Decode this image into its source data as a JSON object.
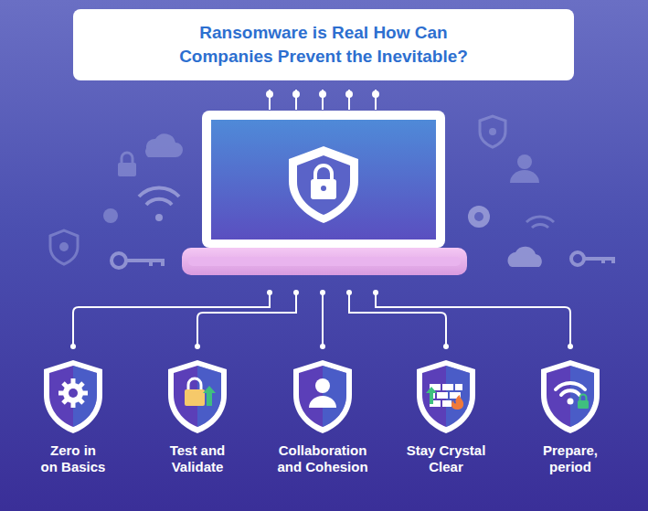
{
  "diagram": {
    "title": "Ransomware is Real How Can Companies Prevent the Inevitable?",
    "nodes": [
      {
        "text": [
          "Zero in on Basics"
        ]
      },
      {
        "text": [
          "Test and Validate"
        ]
      },
      {
        "text": [
          "Collaboration and Cohesion"
        ]
      },
      {
        "text": [
          "Stay Crystal Clear"
        ]
      },
      {
        "text": [
          "Prepare, period"
        ]
      }
    ]
  }
}
